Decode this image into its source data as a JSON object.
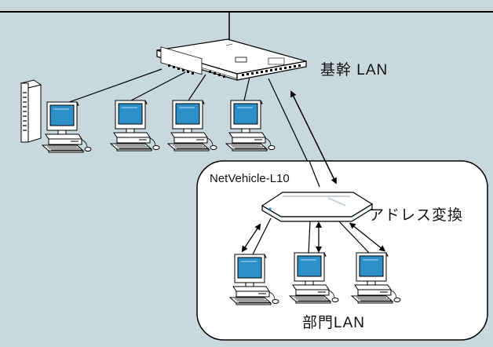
{
  "labels": {
    "core_lan": "基幹 LAN",
    "product": "NetVehicle-L10",
    "address_translation": "アドレス変換",
    "department_lan": "部門LAN"
  },
  "colors": {
    "background": "#c9d8dd",
    "device_fill": "#ffffff",
    "screen_fill": "#2d8fc8",
    "line": "#000000"
  }
}
